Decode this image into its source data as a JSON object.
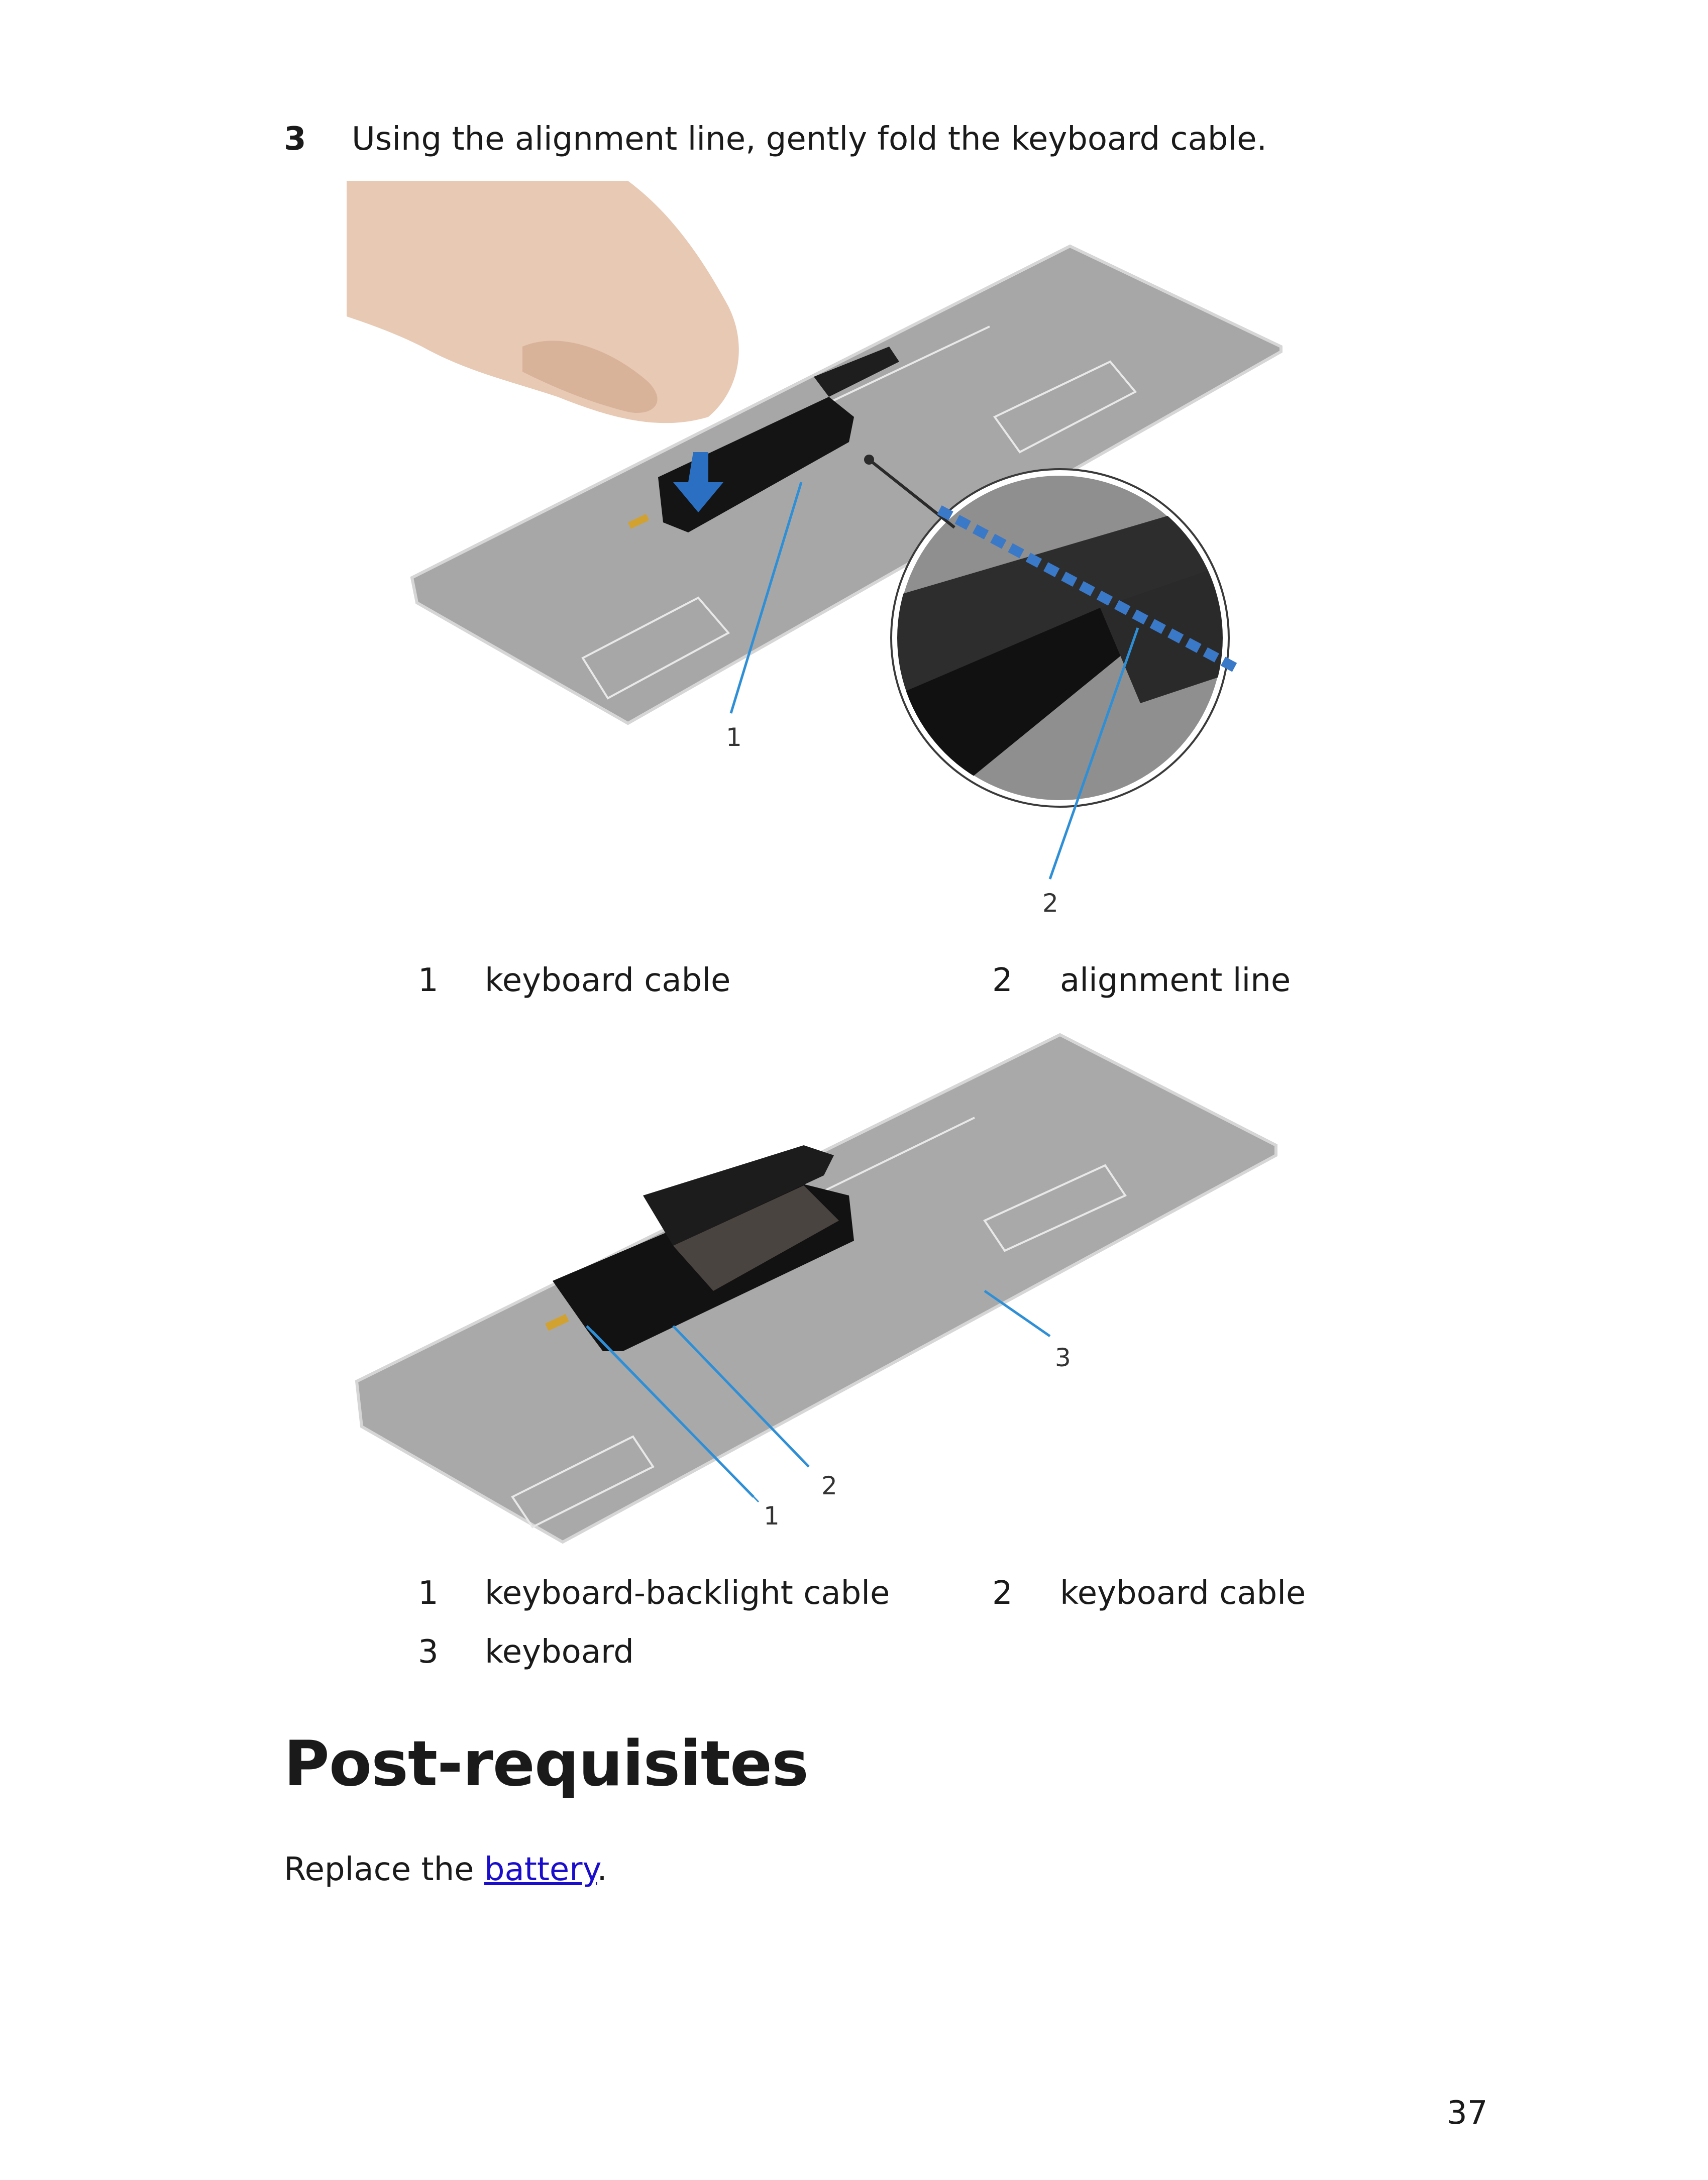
{
  "step": {
    "number": "3",
    "text": "Using the alignment line, gently fold the keyboard cable."
  },
  "figure1": {
    "callouts": [
      "1",
      "2"
    ],
    "legend": [
      {
        "num": "1",
        "label": "keyboard cable"
      },
      {
        "num": "2",
        "label": "alignment line"
      }
    ]
  },
  "figure2": {
    "callouts": [
      "1",
      "2",
      "3"
    ],
    "legend": [
      {
        "num": "1",
        "label": "keyboard-backlight cable"
      },
      {
        "num": "2",
        "label": "keyboard cable"
      },
      {
        "num": "3",
        "label": "keyboard"
      }
    ]
  },
  "post": {
    "heading": "Post-requisites",
    "text_before": "Replace the ",
    "link_text": "battery",
    "text_after": "."
  },
  "page_number": "37",
  "colors": {
    "callout_line": "#2e8fd6",
    "alignment_line": "#3a78c8",
    "link": "#1a0dcc"
  }
}
